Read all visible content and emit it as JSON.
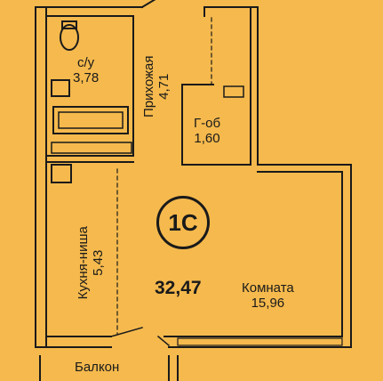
{
  "rooms": {
    "bathroom": {
      "name": "с/у",
      "area": "3,78"
    },
    "hallway": {
      "name": "Прихожая",
      "area": "4,71"
    },
    "closet": {
      "name": "Г-об",
      "area": "1,60"
    },
    "kitchen": {
      "name": "Кухня-ниша",
      "area": "5,43"
    },
    "living": {
      "name": "Комната",
      "area": "15,96"
    },
    "balcony": {
      "name": "Балкон"
    }
  },
  "apartment": {
    "type": "1С",
    "total_area": "32,47"
  },
  "colors": {
    "background": "#f5b94d",
    "wall": "#1a1a1a",
    "fill": "#f5b94d"
  }
}
